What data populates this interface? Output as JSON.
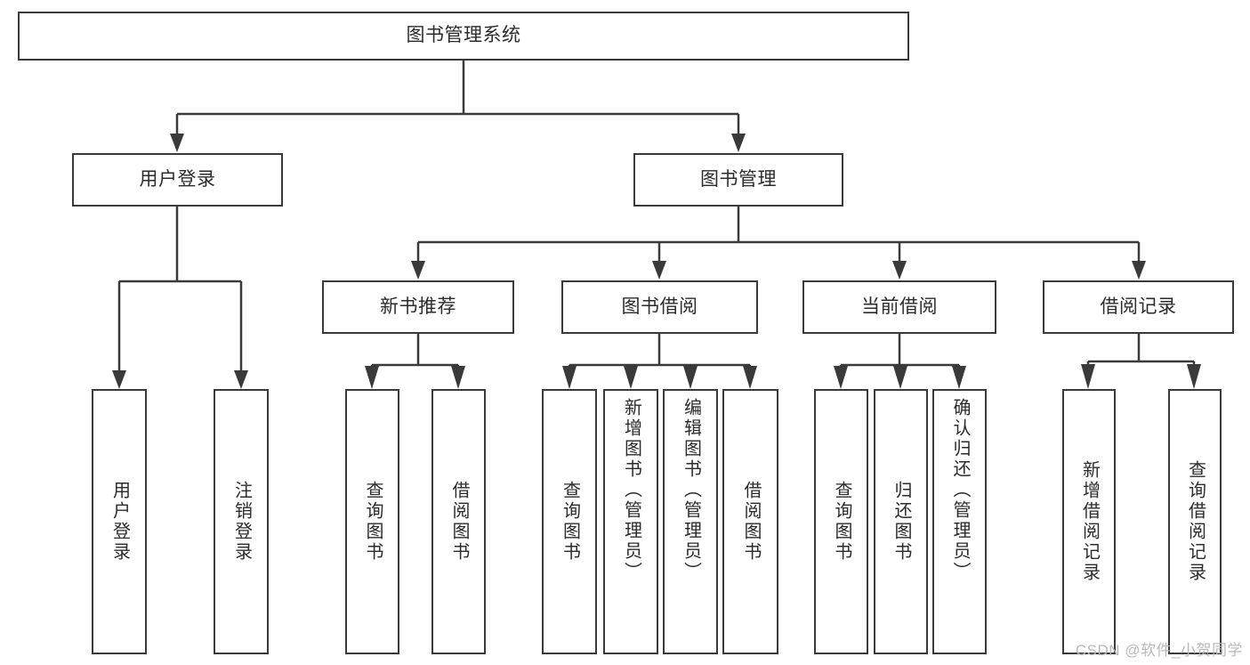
{
  "diagram": {
    "title": "图书管理系统",
    "root": {
      "label": "图书管理系统"
    },
    "level2": [
      {
        "label": "用户登录"
      },
      {
        "label": "图书管理"
      }
    ],
    "level3": [
      {
        "label": "新书推荐"
      },
      {
        "label": "图书借阅"
      },
      {
        "label": "当前借阅"
      },
      {
        "label": "借阅记录"
      }
    ],
    "leaves": {
      "user_login": [
        {
          "label": "用户登录"
        },
        {
          "label": "注销登录"
        }
      ],
      "new_book_recommend": [
        {
          "label": "查询图书"
        },
        {
          "label": "借阅图书"
        }
      ],
      "book_borrow": [
        {
          "label": "查询图书"
        },
        {
          "label": "新增图书（管理员）"
        },
        {
          "label": "编辑图书（管理员）"
        },
        {
          "label": "借阅图书"
        }
      ],
      "current_borrow": [
        {
          "label": "查询图书"
        },
        {
          "label": "归还图书"
        },
        {
          "label": "确认归还（管理员）"
        }
      ],
      "borrow_record": [
        {
          "label": "新增借阅记录"
        },
        {
          "label": "查询借阅记录"
        }
      ]
    }
  },
  "watermark": {
    "text": "CSDN @软件_小贺同学"
  },
  "colors": {
    "line": "#3a3a3a",
    "background": "#ffffff",
    "text": "#2b2b2b",
    "watermark": "#b9b9b9"
  }
}
